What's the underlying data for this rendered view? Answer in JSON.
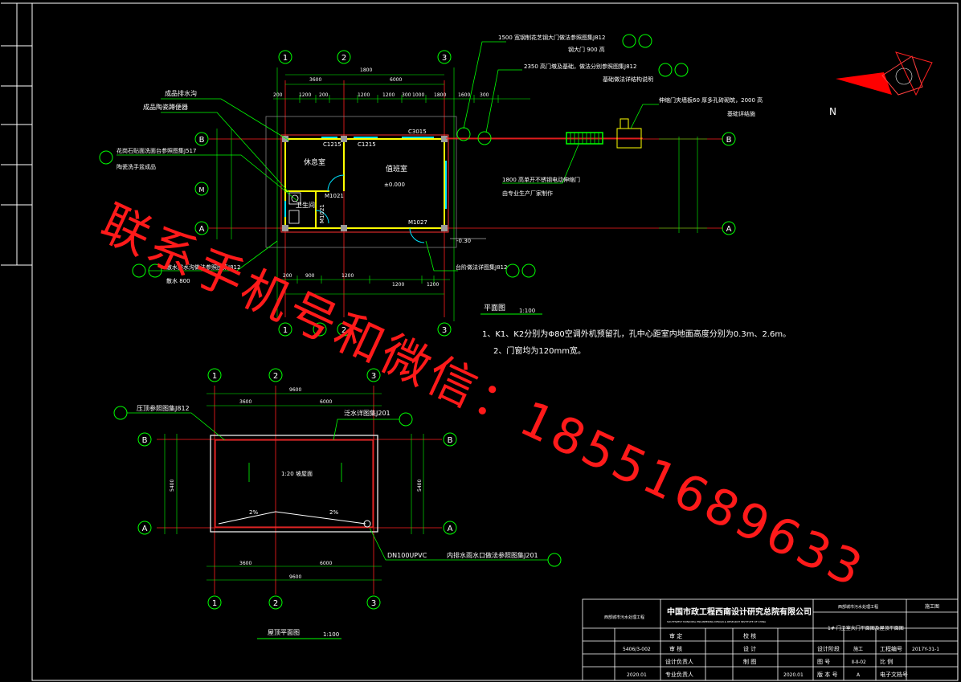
{
  "drawing": {
    "plan": {
      "col_ids": [
        "1",
        "2",
        "3"
      ],
      "row_ids": [
        "B",
        "A"
      ],
      "side_ids": [
        "M",
        "1"
      ],
      "dims_top": [
        "3600",
        "6000",
        "1800"
      ],
      "dims_second": [
        "200",
        "1200",
        "200",
        "1200",
        "1200",
        "300",
        "1000",
        "1800",
        "1600",
        "300"
      ],
      "dims_bottom": [
        "200",
        "900",
        "1200",
        "1200",
        "1200"
      ],
      "room_labels": [
        "休息室",
        "值班室",
        "卫生间"
      ],
      "door_labels": [
        "C1215",
        "C1215",
        "C3015",
        "M1021",
        "M1027",
        "M1021"
      ],
      "elev_marks": [
        "±0.000",
        "-0.30"
      ],
      "notes_left": [
        "成品排水沟",
        "成品陶瓷蹲便器",
        "花岗石贴面洗面台参照图集J517",
        "陶瓷洗手盆成品"
      ],
      "notes_bottom": [
        "散水排水沟做法参照图集J812",
        "散水 800",
        "台阶做法详图集J812"
      ],
      "notes_right": [
        "1500 宽钢制花艺钢大门做法参照图集J812",
        "钢大门 900 高",
        "2350 高门墩及基础，做法分别参照图集J812",
        "基础做法详结构说明",
        "伸缩门夹墙板60 厚多孔砖砌筑，2000 高",
        "基础详结施",
        "1800 高单开不锈钢电动伸缩门",
        "由专业生产厂家制作"
      ],
      "title": "平面图",
      "scale": "1:100"
    },
    "notes": [
      "1、K1、K2分别为Φ80空调外机预留孔，孔中心距室内地面高度分别为0.3m、2.6m。",
      "2、门窗均为120mm宽。"
    ],
    "roof": {
      "title": "屋顶平面图",
      "scale": "1:100",
      "dims": [
        "3600",
        "6000"
      ],
      "total": "9600",
      "side_dim": "5400",
      "callout_1": "压顶参照图集J812",
      "callout_2": "泛水详图集J201",
      "callout_3": "DN100UPVC",
      "callout_4": "内排水雨水口做法参照图集J201",
      "slope_label": "2%",
      "ridge_label": "1:20 坡屋面"
    },
    "title_block": {
      "company": "中国市政工程西南设计研究总院有限公司",
      "company_en": "SOUTHWEST MUNICIPAL ENGINEERING DESIGN & RESEARCH INSTITUTE OF CHINA",
      "drawing_name": "1# 门卫室大门平面图及屋顶平面图",
      "project": "西部城市污水处理工程",
      "phase_label": "施工图",
      "approve_label": "审 定",
      "check_label": "校 核",
      "review_label": "审 核",
      "design_label": "设 计",
      "design_head_label": "设计负责人",
      "draft_label": "制 图",
      "prof_head_label": "专业负责人",
      "date": "2020.01",
      "stage_label": "设计阶段",
      "stage_value": "施工",
      "proj_no_label": "工程编号",
      "proj_no_value": "2017Y-31-1",
      "drawing_no_label": "图 号",
      "drawing_no_value": "Ⅱ-Ⅱ-02",
      "scale_label": "比 例",
      "version_label": "版 本 号",
      "version_value": "A",
      "efile_label": "电子文档号",
      "revision_no": "5406/3-002"
    },
    "watermark": "联系手机号和微信：18551689633"
  },
  "colors": {
    "background": "#000000",
    "dim": "#00ff00",
    "wall": "#ffff00",
    "axis": "#ff0000",
    "text": "#ffffff"
  }
}
